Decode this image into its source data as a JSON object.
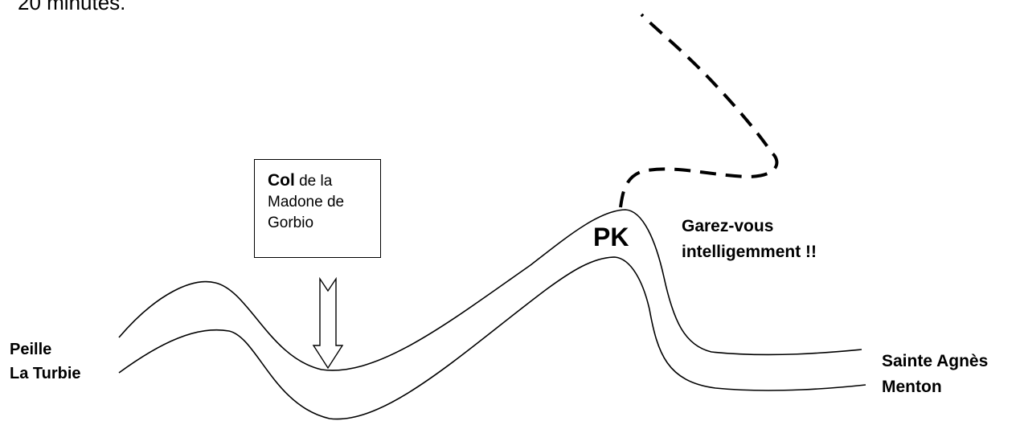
{
  "intro_text": "20 minutes.",
  "callout": {
    "bold": "Col",
    "rest_line1": " de la",
    "line2": "Madone de",
    "line3": "Gorbio"
  },
  "parking_marker": "PK",
  "parking_note": {
    "line1": "Garez-vous",
    "line2": "intelligemment !!"
  },
  "left_destinations": [
    "Peille",
    "La Turbie"
  ],
  "right_destinations": [
    "Sainte Agnès",
    "Menton"
  ]
}
